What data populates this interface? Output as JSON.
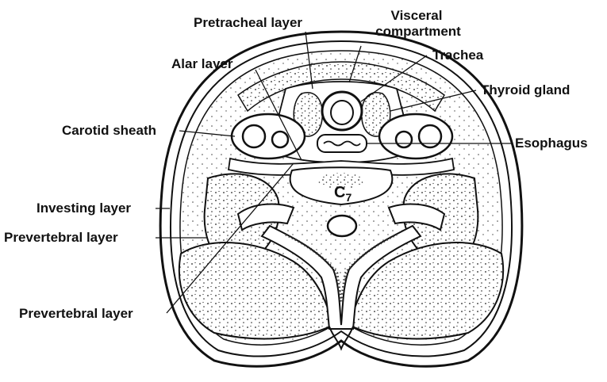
{
  "figure": {
    "labels": {
      "pretracheal_layer": "Pretracheal layer",
      "visceral_compartment_line1": "Visceral",
      "visceral_compartment_line2": "compartment",
      "trachea": "Trachea",
      "alar_layer": "Alar layer",
      "thyroid_gland": "Thyroid gland",
      "carotid_sheath": "Carotid sheath",
      "esophagus": "Esophagus",
      "investing_layer": "Investing layer",
      "prevertebral_layer_upper": "Prevertebral layer",
      "prevertebral_layer_lower": "Prevertebral layer",
      "vertebra_letter": "C",
      "vertebra_number": "7"
    },
    "colors": {
      "ink": "#111111",
      "background": "#ffffff",
      "stipple": "#333333"
    }
  }
}
